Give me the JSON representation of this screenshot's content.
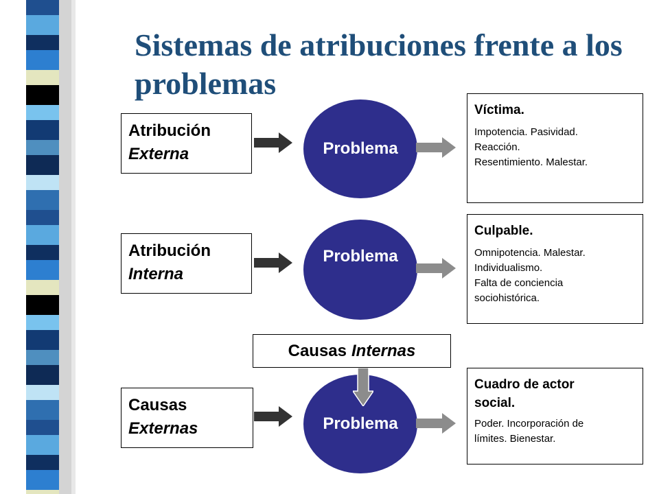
{
  "title": "Sistemas de atribuciones frente a los problemas",
  "rows": [
    {
      "left_line1": "Atribución",
      "left_line2": "Externa",
      "circle_label": "Problema",
      "result_title": "Víctima.",
      "result_lines": [
        "Impotencia. Pasividad.",
        "Reacción.",
        "Resentimiento. Malestar."
      ]
    },
    {
      "left_line1": "Atribución",
      "left_line2": "Interna",
      "circle_label": "Problema",
      "result_title": "Culpable.",
      "result_lines": [
        "Omnipotencia. Malestar.",
        "Individualismo.",
        "Falta de conciencia",
        "sociohistórica."
      ]
    },
    {
      "left_line1": "Causas",
      "left_line2": "Externas",
      "circle_label": "Problema",
      "result_title_lines": [
        "Cuadro de actor",
        "social."
      ],
      "result_lines": [
        "Poder. Incorporación de",
        "límites. Bienestar."
      ]
    }
  ],
  "center_box": {
    "part1": "Causas",
    "part2": "Internas"
  },
  "colors": {
    "title": "#1f4e79",
    "circle": "#2e2e8c",
    "dark_arrow": "#333333",
    "grey_arrow": "#8c8c8c"
  },
  "decor": {
    "stripe_icon": "striped-vertical-band"
  }
}
